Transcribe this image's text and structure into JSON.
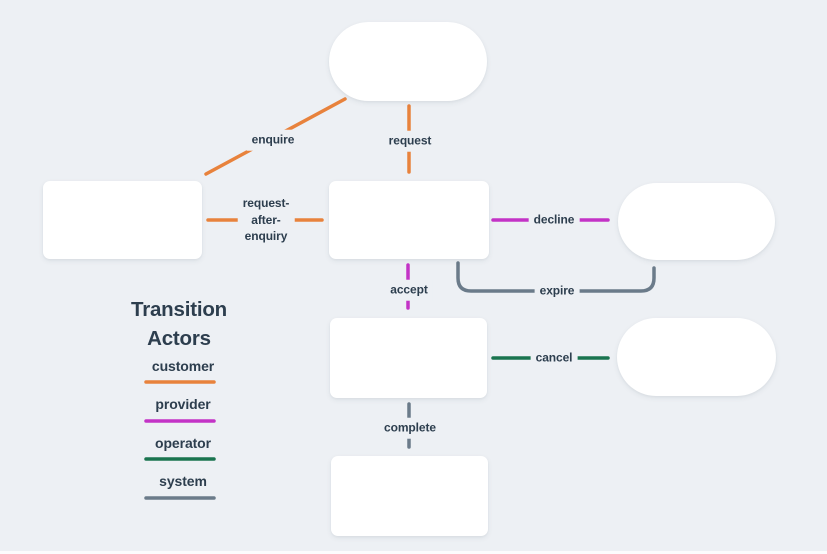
{
  "colors": {
    "background": "#edf0f4",
    "node": "#ffffff",
    "text": "#2d3e4e",
    "customer": "#e8823c",
    "provider": "#c333c6",
    "operator": "#1a744f",
    "system": "#6b7b8a"
  },
  "nodes": [
    {
      "id": "node-top-pill",
      "shape": "pill",
      "label": ""
    },
    {
      "id": "node-left-box",
      "shape": "rect",
      "label": ""
    },
    {
      "id": "node-center-box-1",
      "shape": "rect",
      "label": ""
    },
    {
      "id": "node-right-pill-1",
      "shape": "pill",
      "label": ""
    },
    {
      "id": "node-center-box-2",
      "shape": "rect",
      "label": ""
    },
    {
      "id": "node-right-pill-2",
      "shape": "pill",
      "label": ""
    },
    {
      "id": "node-center-box-3",
      "shape": "rect",
      "label": ""
    }
  ],
  "transitions": [
    {
      "id": "enquire",
      "label": "enquire",
      "actor": "customer",
      "from": "node-top-pill",
      "to": "node-left-box"
    },
    {
      "id": "request",
      "label": "request",
      "actor": "customer",
      "from": "node-top-pill",
      "to": "node-center-box-1"
    },
    {
      "id": "request-after-enquiry",
      "label": "request-\nafter-\nenquiry",
      "actor": "customer",
      "from": "node-left-box",
      "to": "node-center-box-1"
    },
    {
      "id": "decline",
      "label": "decline",
      "actor": "provider",
      "from": "node-center-box-1",
      "to": "node-right-pill-1"
    },
    {
      "id": "expire",
      "label": "expire",
      "actor": "system",
      "from": "node-center-box-1",
      "to": "node-right-pill-1"
    },
    {
      "id": "accept",
      "label": "accept",
      "actor": "provider",
      "from": "node-center-box-1",
      "to": "node-center-box-2"
    },
    {
      "id": "cancel",
      "label": "cancel",
      "actor": "operator",
      "from": "node-center-box-2",
      "to": "node-right-pill-2"
    },
    {
      "id": "complete",
      "label": "complete",
      "actor": "system",
      "from": "node-center-box-2",
      "to": "node-center-box-3"
    }
  ],
  "legend": {
    "title": "Transition Actors",
    "items": [
      {
        "label": "customer",
        "actor": "customer"
      },
      {
        "label": "provider",
        "actor": "provider"
      },
      {
        "label": "operator",
        "actor": "operator"
      },
      {
        "label": "system",
        "actor": "system"
      }
    ]
  }
}
